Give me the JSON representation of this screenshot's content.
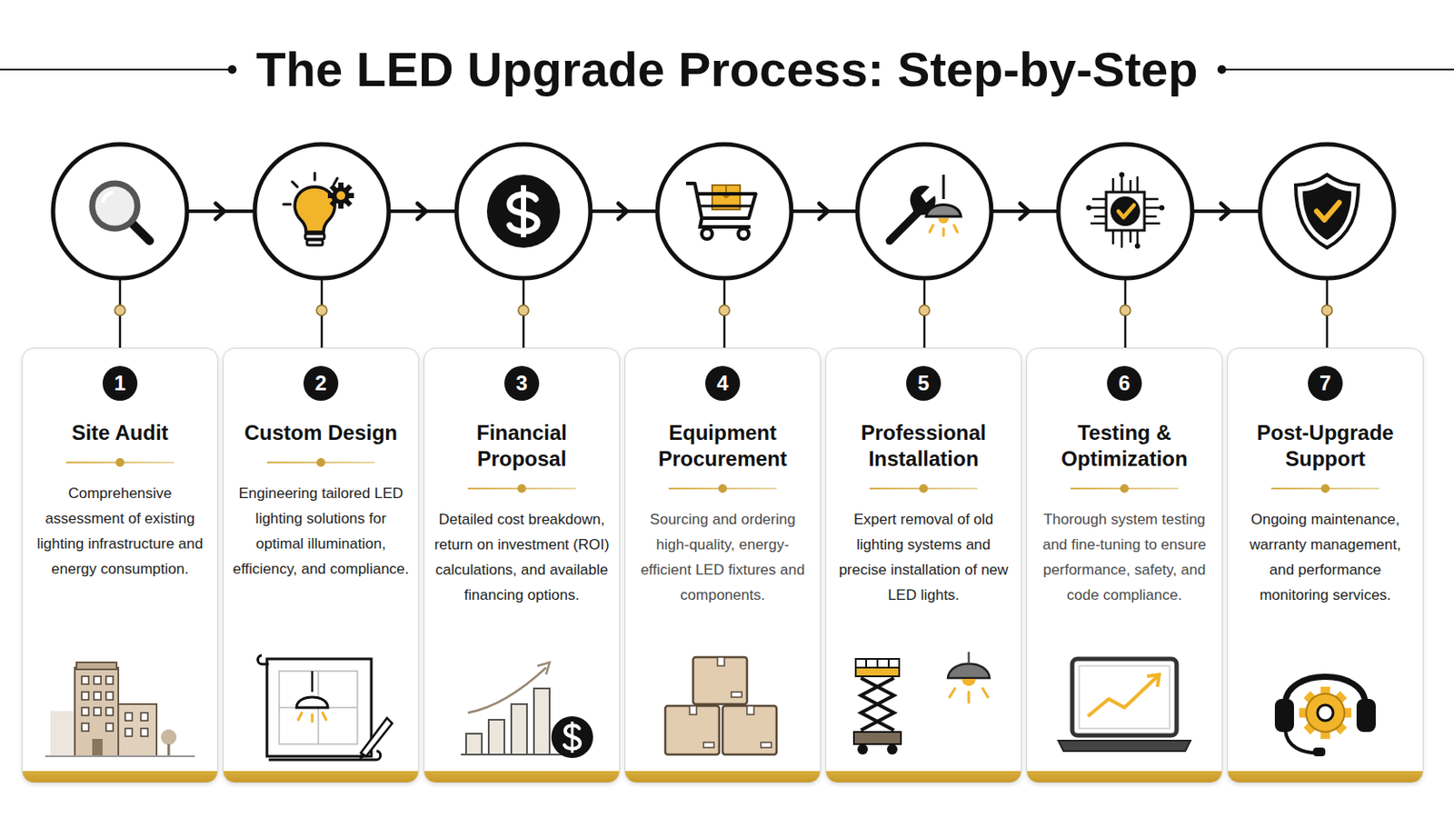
{
  "diagram": {
    "title": "The LED Upgrade Process: Step-by-Step",
    "nodes": [
      {
        "text": [
          "1",
          "Site Audit",
          "Comprehensive assessment of existing lighting infrastructure and energy consumption."
        ]
      },
      {
        "text": [
          "2",
          "Custom Design",
          "Engineering tailored LED lighting solutions for optimal illumination, efficiency, and compliance."
        ]
      },
      {
        "text": [
          "3",
          "Financial Proposal",
          "Detailed cost breakdown, return on investment (ROI) calculations, and available financing options."
        ]
      },
      {
        "text": [
          "4",
          "Equipment Procurement",
          "Sourcing and ordering high-quality, energy-efficient LED fixtures and components."
        ]
      },
      {
        "text": [
          "5",
          "Professional Installation",
          "Expert removal of old lighting systems and precise installation of new LED lights."
        ]
      },
      {
        "text": [
          "6",
          "Testing & Optimization",
          "Thorough system testing and fine-tuning to ensure performance, safety, and code compliance."
        ]
      },
      {
        "text": [
          "7",
          "Post-Upgrade Support",
          "Ongoing maintenance, warranty management, and performance monitoring services."
        ]
      }
    ]
  }
}
